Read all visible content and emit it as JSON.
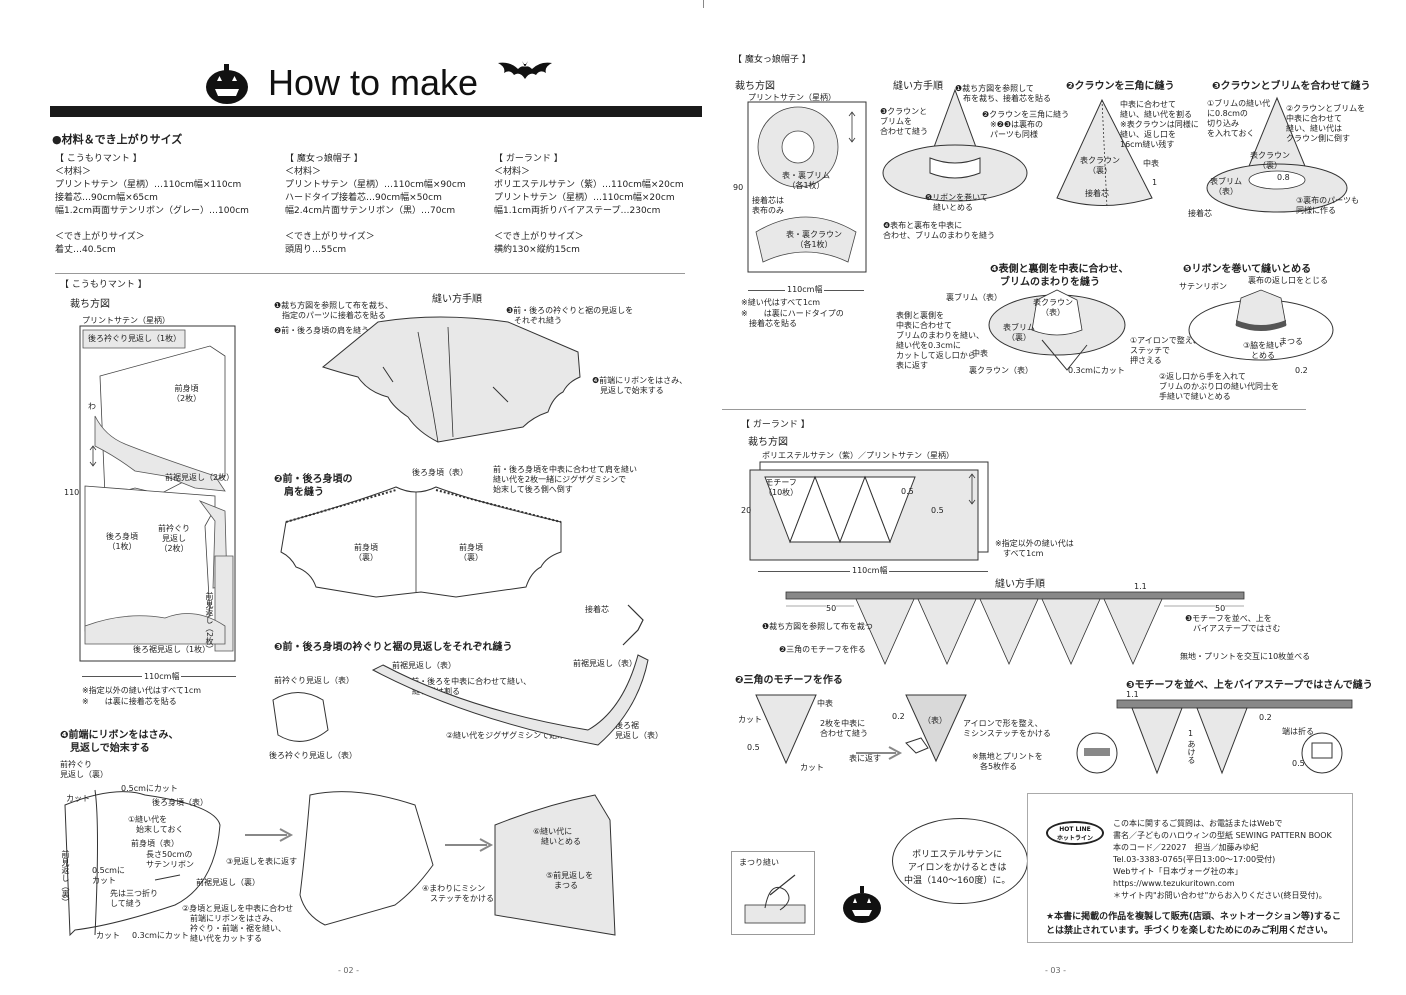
{
  "page_left": {
    "title": "How to make",
    "materials_heading": "●材料＆でき上がりサイズ",
    "mantle": {
      "name": "【 こうもりマント 】",
      "materials_label": "＜材料＞",
      "materials": [
        "プリントサテン（星柄）…110cm幅×110cm",
        "接着芯…90cm幅×65cm",
        "幅1.2cm両面サテンリボン（グレー）…100cm"
      ],
      "size_label": "＜でき上がりサイズ＞",
      "size": "着丈…40.5cm"
    },
    "hat": {
      "name": "【 魔女っ娘帽子 】",
      "materials_label": "＜材料＞",
      "materials": [
        "プリントサテン（星柄）…110cm幅×90cm",
        "ハードタイプ接着芯…90cm幅×50cm",
        "幅2.4cm片面サテンリボン（黒）…70cm"
      ],
      "size_label": "＜でき上がりサイズ＞",
      "size": "頭周り…55cm"
    },
    "garland": {
      "name": "【 ガーランド 】",
      "materials_label": "＜材料＞",
      "materials": [
        "ポリエステルサテン（紫）…110cm幅×20cm",
        "プリントサテン（星柄）…110cm幅×20cm",
        "幅1.1cm両折りバイアステープ…230cm"
      ],
      "size_label": "＜でき上がりサイズ＞",
      "size": "横約130×縦約15cm"
    },
    "mantle_section": {
      "title": "【 こうもりマント 】",
      "cutting_label": "裁ち方図",
      "fabric_label": "プリントサテン（星柄）",
      "pieces": [
        "後ろ衿ぐり見返し（1枚）",
        "前身頃\n（2枚）",
        "前裾見返し（2枚）",
        "後ろ身頃\n（1枚）",
        "前衿ぐり\n見返し\n（2枚）",
        "前見返し（2枚）",
        "後ろ裾見返し（1枚）"
      ],
      "fold_mark": "わ",
      "width_label": "110cm幅",
      "height_label": "110",
      "note1": "※指定以外の縫い代はすべて1cm",
      "note2": "※　　は裏に接着芯を貼る",
      "sewing_label": "縫い方手順",
      "step1": "❶裁ち方図を参照して布を裁ち、\n　指定のパーツに接着芯を貼る",
      "step2_short": "❷前・後ろ身頃の肩を縫う",
      "step3_short": "❸前・後ろの衿ぐりと裾の見返しを\n　それぞれ縫う",
      "step4_short": "❹前端にリボンをはさみ、\n　見返しで始末する",
      "step2_title": "❷前・後ろ身頃の\n　肩を縫う",
      "step2_note": "前・後ろ身頃を中表に合わせて肩を縫い\n縫い代を2枚一緒にジグザグミシンで\n始末して後ろ側へ倒す",
      "back_body_front": "後ろ身頃（表）",
      "front_body_back": "前身頃\n（裏）",
      "interfacing": "接着芯",
      "step3_title": "❸前・後ろ身頃の衿ぐりと裾の見返しをそれぞれ縫う",
      "front_hem_facing": "前裾見返し（表）",
      "front_neck_facing": "前衿ぐり見返し（表）",
      "back_neck_facing": "後ろ衿ぐり見返し（表）",
      "back_hem_facing": "後ろ裾\n見返し（表）",
      "s3_note1": "①前・後ろを中表に合わせて縫い、\n　縫い代は割る",
      "s3_note2": "②縫い代をジグザグミシンで始末する",
      "step4_title": "❹前端にリボンをはさみ、\n　見返しで始末する",
      "s4_labels": [
        "前衿ぐり\n見返し（裏）",
        "0.5cmにカット",
        "後ろ身頃（表）",
        "カット",
        "①縫い代を\n　始末しておく",
        "前身頃（表）",
        "長さ50cmの\nサテンリボン",
        "0.5cmに\nカット",
        "先は三つ折り\nして縫う",
        "前見返し（裏）",
        "カット",
        "0.3cmにカット",
        "前裾見返し（裏）",
        "③見返しを表に返す",
        "②身頃と見返しを中表に合わせ\n　前端にリボンをはさみ、\n　衿ぐり・前端・裾を縫い、\n　縫い代をカットする",
        "④まわりにミシン\n　ステッチをかける",
        "⑤前見返しを\n　まつる",
        "⑥縫い代に\n　縫いとめる"
      ],
      "page_number": "- 02 -"
    }
  },
  "page_right": {
    "hat_section": {
      "title": "【 魔女っ娘帽子 】",
      "cutting_label": "裁ち方図",
      "fabric_label": "プリントサテン（星柄）",
      "brim_label": "表・裏ブリム\n（各1枚）",
      "crown_label": "表・裏クラウン\n（各1枚）",
      "interfacing_note": "接着芯は\n表布のみ",
      "height_label": "90",
      "width_label": "110cm幅",
      "note1": "※縫い代はすべて1cm",
      "note2": "※　　は裏にハードタイプの\n　接着芯を貼る",
      "sewing_label": "縫い方手順",
      "steps": [
        "❶裁ち方図を参照して\n　布を裁ち、接着芯を貼る",
        "❷クラウンを三角に縫う\n　※❷❸は裏布の\n　パーツも同様",
        "❸クラウンと\nブリムを\n合わせて縫う",
        "❺リボンを巻いて\n　縫いとめる",
        "❹表布と裏布を中表に\n合わせ、ブリムのまわりを縫う"
      ],
      "step2_title": "❷クラウンを三角に縫う",
      "step2_note": "中表に合わせて\n縫い、縫い代を割る\n※表クラウンは同様に\n縫い、返し口を\n16cm縫い残す",
      "step2_labels": [
        "表クラウン\n（裏）",
        "接着芯",
        "中表",
        "1"
      ],
      "step3_title": "❸クラウンとブリムを合わせて縫う",
      "step3_note1": "①ブリムの縫い代\nに0.8cmの\n切り込み\nを入れておく",
      "step3_note2": "②クラウンとブリムを\n中表に合わせて\n縫い、縫い代は\nクラウン側に倒す",
      "step3_note3": "③裏布のパーツも\n同様に作る",
      "step3_labels": [
        "表クラウン\n（裏）",
        "表ブリム\n（表）",
        "0.8",
        "接着芯"
      ],
      "step4_title": "❹表側と裏側を中表に合わせ、\n　ブリムのまわりを縫う",
      "step4_labels": [
        "裏ブリム（表）",
        "表クラウン\n（表）",
        "表ブリム\n（裏）",
        "中表",
        "裏クラウン（表）",
        "0.3cmにカット"
      ],
      "step4_note": "表側と裏側を\n中表に合わせて\nブリムのまわりを縫い、\n縫い代を0.3cmに\nカットして返し口から\n表に返す",
      "step5_title": "❺リボンを巻いて縫いとめる",
      "step5_labels": [
        "サテンリボン",
        "裏布の返し口をとじる",
        "①アイロンで整え、\nステッチで\n押さえる",
        "③脇を縫い\n　とめる",
        "まつる",
        "②返し口から手を入れて\nブリムのかぶり口の縫い代同士を\n手縫いで縫いとめる",
        "0.2"
      ]
    },
    "garland_section": {
      "title": "【 ガーランド 】",
      "cutting_label": "裁ち方図",
      "fabric_label": "ポリエステルサテン（紫）／プリントサテン（星柄）",
      "motif_label": "モチーフ\n（10枚）",
      "height_label": "20",
      "width_label": "110cm幅",
      "seam_note": "※指定以外の縫い代は\n　すべて1cm",
      "sewing_label": "縫い方手順",
      "dims": [
        "0.5",
        "0.5",
        "1.1",
        "50",
        "50"
      ],
      "step1": "❶裁ち方図を参照して布を裁つ",
      "step2": "❷三角のモチーフを作る",
      "step3": "❸モチーフを並べ、上を\n　バイアステープではさむ",
      "note_alternate": "無地・プリントを交互に10枚並べる",
      "step2_title": "❷三角のモチーフを作る",
      "s2_labels": [
        "中表",
        "カット",
        "2枚を中表に\n合わせて縫う",
        "0.5",
        "カット",
        "表に返す",
        "0.2",
        "（表）",
        "アイロンで形を整え、\nミシンステッチをかける",
        "※無地とプリントを\n　各5枚作る"
      ],
      "step3_title": "❸モチーフを並べ、上をバイアステープではさんで縫う",
      "s3_labels": [
        "1.1",
        "1",
        "あける",
        "0.2",
        "端は折る",
        "0.5"
      ],
      "mitsuke_label": "まつり縫い",
      "bubble_text": "ポリエステルサテンに\nアイロンをかけるときは\n中温（140〜160度）に。"
    },
    "hotline": {
      "badge": "HOT LINE\nホットライン",
      "lines": [
        "この本に関するご質問は、お電話またはWebで",
        "書名／子どものハロウィンの型紙 SEWING PATTERN BOOK",
        "本のコード／22027　担当／加藤みゆ紀",
        "Tel.03-3383-0765(平日13:00〜17:00受付)",
        "Webサイト「日本ヴォーグ社の本」",
        "https://www.tezukuritown.com",
        "＊サイト内\"お問い合わせ\"からお入りください(終日受付)。"
      ],
      "copyright": "★本書に掲載の作品を複製して販売(店頭、ネットオークション等)することは禁止されています。手づくりを楽しむためにのみご利用ください。"
    },
    "page_number": "- 03 -"
  },
  "colors": {
    "rule": "#1a1a1a",
    "line": "#333333",
    "fabric": "#e8e8e8",
    "garland": "#d9d9d9",
    "guide": "#999999"
  }
}
